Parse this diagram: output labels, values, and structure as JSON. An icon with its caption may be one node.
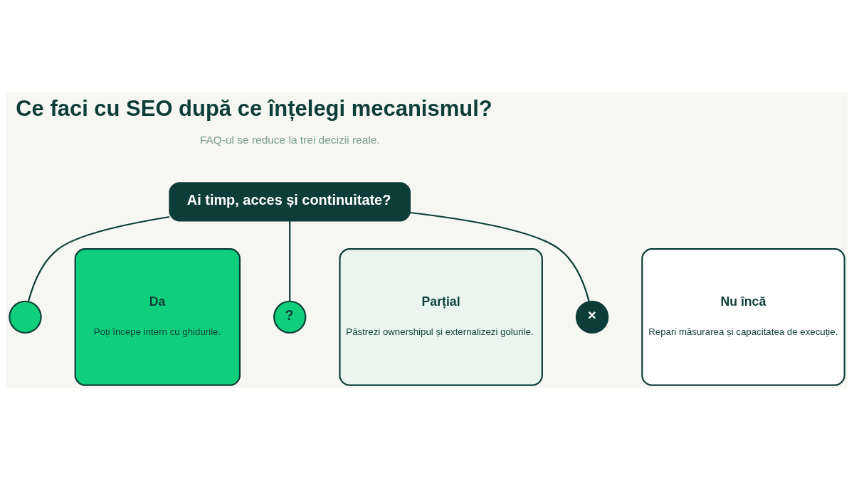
{
  "diagram": {
    "title": "Ce faci cu SEO după ce înțelegi mecanismul?",
    "nodes": [
      {
        "text": [
          "Ai timp, acces și continuitate?"
        ]
      },
      {
        "text": [],
        "shape": "circle"
      },
      {
        "text": [
          "?"
        ]
      },
      {
        "text": [
          "×"
        ]
      },
      {
        "text": [
          "Da",
          "Poți începe intern cu ghidurile."
        ]
      },
      {
        "text": [
          "Parțial",
          "Păstrezi ownershipul și externalizezi golurile."
        ]
      },
      {
        "text": [
          "Nu încă",
          "Repari măsurarea și capacitatea de execuție."
        ]
      }
    ],
    "edges": [
      {
        "from": 0,
        "to": 1,
        "arrow": "none"
      },
      {
        "from": 0,
        "to": 2,
        "arrow": "none"
      },
      {
        "from": 0,
        "to": 3,
        "arrow": "none"
      }
    ],
    "labels": [
      "FAQ-ul se reduce la trei decizii reale."
    ]
  }
}
